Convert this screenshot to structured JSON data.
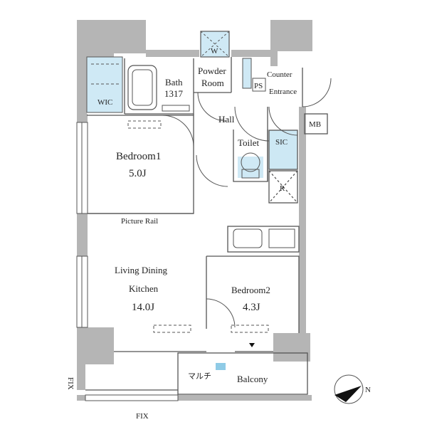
{
  "rooms": {
    "wic": "WIC",
    "bath": "Bath",
    "bath_size": "1317",
    "powder_room_line1": "Powder",
    "powder_room_line2": "Room",
    "washer": "W",
    "ps": "PS",
    "counter": "Counter",
    "entrance": "Entrance",
    "hall": "Hall",
    "toilet": "Toilet",
    "sic": "SIC",
    "mb": "MB",
    "refrigerator": "R",
    "bedroom1": "Bedroom1",
    "bedroom1_size": "5.0J",
    "picture_rail": "Picture Rail",
    "ldk_line1": "Living Dining",
    "ldk_line2": "Kitchen",
    "ldk_size": "14.0J",
    "bedroom2": "Bedroom2",
    "bedroom2_size": "4.3J",
    "balcony": "Balcony",
    "multi": "マルチ",
    "fix_left": "FIX",
    "fix_bottom": "FIX",
    "compass_n": "N"
  },
  "colors": {
    "wall": "#b5b5b5",
    "line": "#555555",
    "storage_blue": "#cfe9f5",
    "storage_blue_dark": "#8fcbe6",
    "sic_blue": "#cde8f4"
  }
}
